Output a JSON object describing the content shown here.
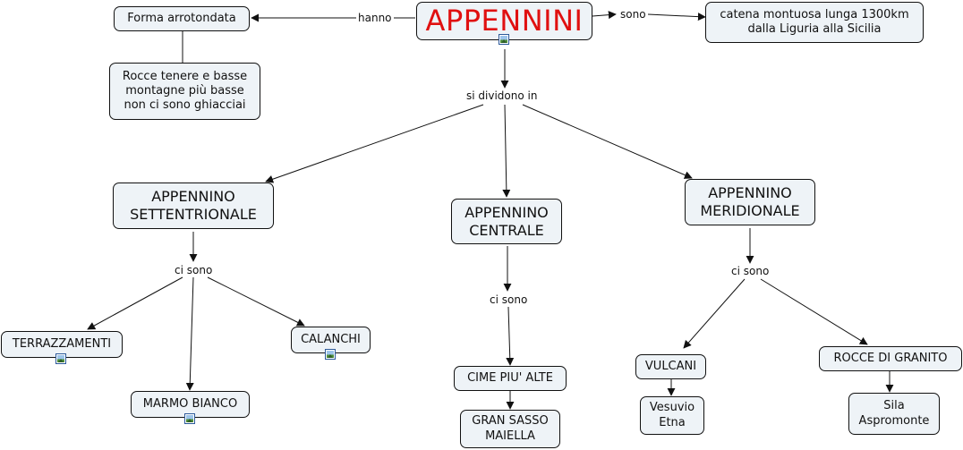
{
  "nodes": {
    "root": "APPENNINI",
    "forma": "Forma arrotondata",
    "rocce": "Rocce tenere e basse\nmontagne più basse\nnon ci sono ghiacciai",
    "catena": "catena montuosa lunga 1300km\ndalla Liguria alla Sicilia",
    "settentrionale": "APPENNINO\nSETTENTRIONALE",
    "centrale": "APPENNINO\nCENTRALE",
    "meridionale": "APPENNINO\nMERIDIONALE",
    "terrazzamenti": "TERRAZZAMENTI",
    "calanchi": "CALANCHI",
    "marmo": "MARMO BIANCO",
    "cime": "CIME PIU' ALTE",
    "gransasso": "GRAN SASSO\nMAIELLA",
    "vulcani": "VULCANI",
    "vesuvio": "Vesuvio\nEtna",
    "granito": "ROCCE DI GRANITO",
    "sila": "Sila\nAspromonte"
  },
  "labels": {
    "hanno": "hanno",
    "sono": "sono",
    "si_dividono": "si dividono in",
    "ci_sono_nord": "ci sono",
    "ci_sono_centro": "ci sono",
    "ci_sono_sud": "ci sono"
  },
  "icons": {
    "root": "image-icon",
    "terrazzamenti": "image-icon",
    "calanchi": "image-icon",
    "marmo": "image-icon"
  },
  "colors": {
    "title": "#e01010",
    "node_fill": "#eef3f7",
    "line": "#111111"
  }
}
